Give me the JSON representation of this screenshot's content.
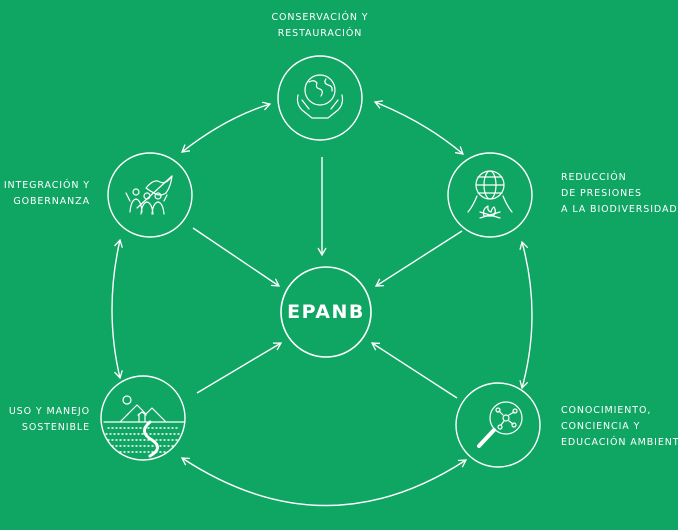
{
  "diagram": {
    "center": {
      "label": "EPANB"
    },
    "nodes": [
      {
        "id": "conservacion",
        "label_lines": [
          "CONSERVACIÓN Y",
          "RESTAURACIÓN"
        ],
        "icon": "globe-in-hands-icon"
      },
      {
        "id": "reduccion",
        "label_lines": [
          "REDUCCIÓN",
          "DE PRESIONES",
          "A LA BIODIVERSIDAD"
        ],
        "icon": "globe-over-fire-icon"
      },
      {
        "id": "conocimiento",
        "label_lines": [
          "CONOCIMIENTO,",
          "CONCIENCIA Y",
          "EDUCACIÓN AMBIENTAL"
        ],
        "icon": "magnifier-network-icon"
      },
      {
        "id": "uso",
        "label_lines": [
          "USO Y MANEJO",
          "SOSTENIBLE"
        ],
        "icon": "landscape-river-icon"
      },
      {
        "id": "integracion",
        "label_lines": [
          "INTEGRACIÓN Y",
          "GOBERNANZA"
        ],
        "icon": "people-with-flag-icon"
      }
    ],
    "colors": {
      "background": "#0fa563",
      "foreground": "#ffffff"
    }
  }
}
